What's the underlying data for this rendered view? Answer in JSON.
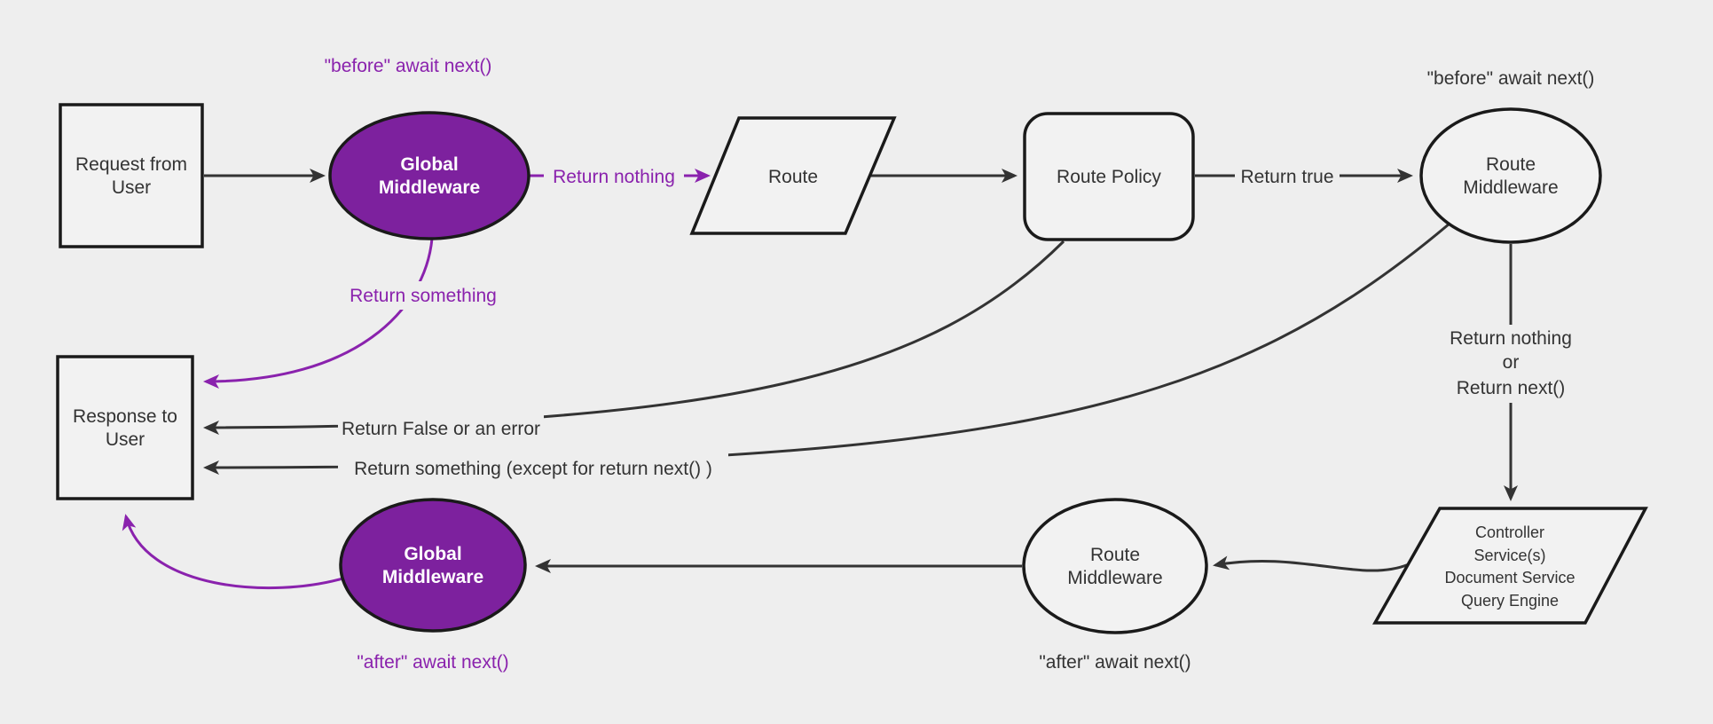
{
  "diagram": {
    "description": "Middleware request/response flowchart",
    "colors": {
      "background": "#eeeeee",
      "node_fill": "#f2f2f2",
      "node_border": "#1a1a1a",
      "edge_color": "#333333",
      "text_color": "#333333",
      "purple_fill": "#7d219e",
      "purple_edge": "#8a22ad",
      "purple_node_text": "#ffffff"
    },
    "nodes": {
      "request": {
        "line1": "Request from",
        "line2": "User"
      },
      "global_middleware_top": {
        "line1": "Global",
        "line2": "Middleware"
      },
      "route": {
        "label": "Route"
      },
      "route_policy": {
        "label": "Route Policy"
      },
      "route_middleware_top": {
        "line1": "Route",
        "line2": "Middleware"
      },
      "controller": {
        "line1": "Controller",
        "line2": "Service(s)",
        "line3": "Document Service",
        "line4": "Query Engine"
      },
      "route_middleware_bottom": {
        "line1": "Route",
        "line2": "Middleware"
      },
      "global_middleware_bottom": {
        "line1": "Global",
        "line2": "Middleware"
      },
      "response": {
        "line1": "Response to",
        "line2": "User"
      }
    },
    "annotations": {
      "before_await_top_left": "\"before\" await next()",
      "before_await_top_right": "\"before\" await next()",
      "after_await_bottom_left": "\"after\" await next()",
      "after_await_bottom_right": "\"after\" await next()"
    },
    "edge_labels": {
      "return_nothing": "Return nothing",
      "return_true": "Return true",
      "return_nothing_or_line1": "Return nothing",
      "return_nothing_or_line2": "or",
      "return_nothing_or_line3": "Return next()",
      "return_something": "Return something",
      "return_false_or_error": "Return False or an error",
      "return_something_except": "Return something (except for return next() )"
    }
  }
}
